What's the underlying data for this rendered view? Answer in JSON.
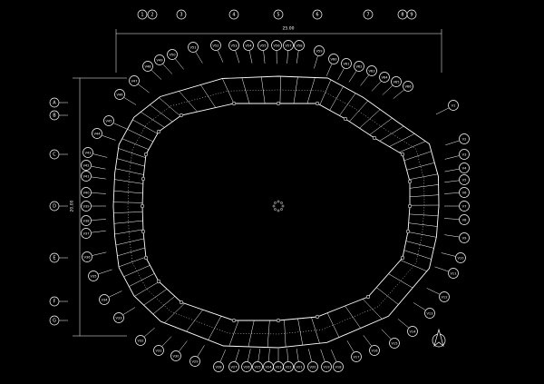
{
  "grid_columns": [
    "1",
    "2",
    "3",
    "4",
    "5",
    "6",
    "7",
    "8",
    "9"
  ],
  "grid_rows": [
    "A",
    "B",
    "C",
    "D",
    "E",
    "F",
    "G"
  ],
  "dimensions": {
    "width": "25.00",
    "height": "20.00"
  },
  "vertex_labels": [
    "V1",
    "V2",
    "V3",
    "V4",
    "V5",
    "V6",
    "V7",
    "V8",
    "V9",
    "V10",
    "V11",
    "V12",
    "V13",
    "V14",
    "V15",
    "V16",
    "V17",
    "V18",
    "V19",
    "V20",
    "V21",
    "V22",
    "V23",
    "V24",
    "V25",
    "V26",
    "V27",
    "V28",
    "V29",
    "V30",
    "V31",
    "V32",
    "V33",
    "V34",
    "V35",
    "V36",
    "V37",
    "V38",
    "V39",
    "V40",
    "V41",
    "V42",
    "V43",
    "V44",
    "V45",
    "V46",
    "V47",
    "V48",
    "V49",
    "V50",
    "V51",
    "V52",
    "V53",
    "V54",
    "V55",
    "V56",
    "V57",
    "V58",
    "V59",
    "V60",
    "V61",
    "V62",
    "V63",
    "V64",
    "V65",
    "V66"
  ],
  "north_arrow": {
    "icon": "north-arrow-icon"
  }
}
